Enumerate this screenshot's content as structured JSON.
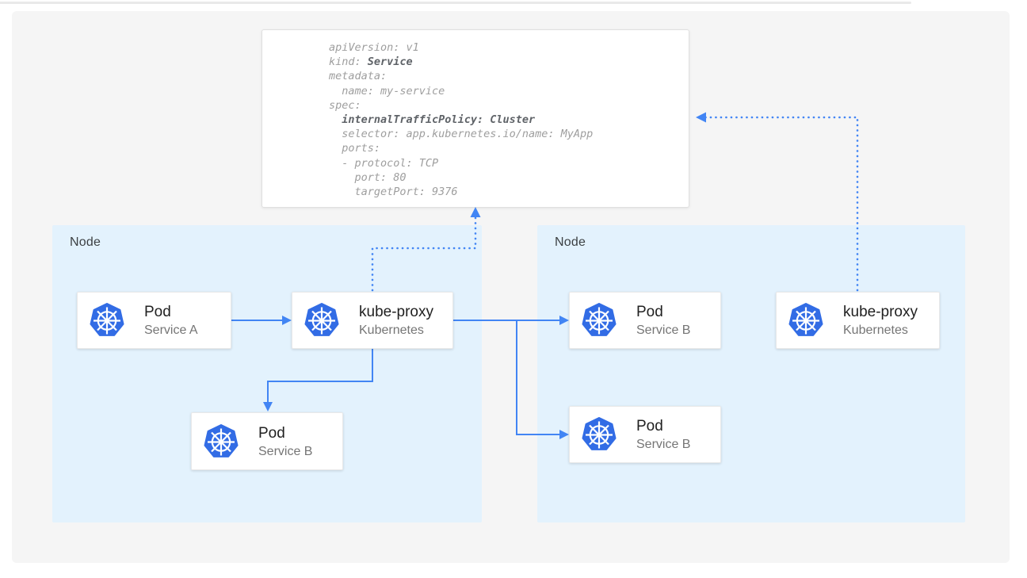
{
  "colors": {
    "canvas_fill": "#f5f5f5",
    "node_fill": "#e3f2fd",
    "arrow_blue": "#4285f4",
    "kubernetes_blue": "#326ce5",
    "card_title": "#212121",
    "card_subtitle": "#757575",
    "node_label": "#3c4043",
    "yaml_text": "#9e9e9e",
    "yaml_bold": "#5f6368"
  },
  "yaml_panel": {
    "lines": [
      {
        "pre": "apiVersion: v1",
        "bold": "",
        "post": ""
      },
      {
        "pre": "kind: ",
        "bold": "Service",
        "post": ""
      },
      {
        "pre": "metadata:",
        "bold": "",
        "post": ""
      },
      {
        "pre": "  name: my-service",
        "bold": "",
        "post": ""
      },
      {
        "pre": "spec:",
        "bold": "",
        "post": ""
      },
      {
        "pre": "  ",
        "bold": "internalTrafficPolicy: Cluster",
        "post": ""
      },
      {
        "pre": "  selector: app.kubernetes.io/name: MyApp",
        "bold": "",
        "post": ""
      },
      {
        "pre": "  ports:",
        "bold": "",
        "post": ""
      },
      {
        "pre": "  - protocol: TCP",
        "bold": "",
        "post": ""
      },
      {
        "pre": "    port: 80",
        "bold": "",
        "post": ""
      },
      {
        "pre": "    targetPort: 9376",
        "bold": "",
        "post": ""
      }
    ]
  },
  "nodes": [
    {
      "label": "Node"
    },
    {
      "label": "Node"
    }
  ],
  "cards": [
    {
      "title": "Pod",
      "subtitle": "Service A"
    },
    {
      "title": "kube-proxy",
      "subtitle": "Kubernetes"
    },
    {
      "title": "Pod",
      "subtitle": "Service B"
    },
    {
      "title": "Pod",
      "subtitle": "Service B"
    },
    {
      "title": "kube-proxy",
      "subtitle": "Kubernetes"
    },
    {
      "title": "Pod",
      "subtitle": "Service B"
    }
  ]
}
